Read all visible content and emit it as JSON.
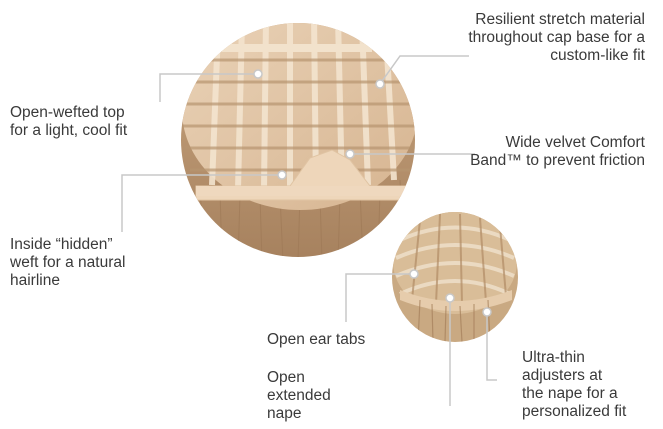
{
  "callouts": {
    "stretch_material": [
      "Resilient stretch material",
      "throughout cap base for a",
      "custom-like fit"
    ],
    "open_wefted_top": [
      "Open-wefted top",
      "for a light, cool fit"
    ],
    "velvet_band": [
      "Wide velvet Comfort",
      "Band™ to prevent friction"
    ],
    "hidden_weft": [
      "Inside “hidden”",
      "weft for a natural",
      "hairline"
    ],
    "ear_tabs": [
      "Open ear tabs"
    ],
    "extended_nape": [
      "Open",
      "extended",
      "nape"
    ],
    "ultra_thin_adjusters": [
      "Ultra-thin",
      "adjusters at",
      "the nape for a",
      "personalized fit"
    ]
  },
  "colors": {
    "cap_base": "#e3c7a6",
    "cap_lace": "#f1dfc7",
    "hair_light": "#d8bb97",
    "hair_dark": "#b08b66",
    "velvet_band": "#ecd3b6",
    "leader_line": "#c4c4c4"
  }
}
